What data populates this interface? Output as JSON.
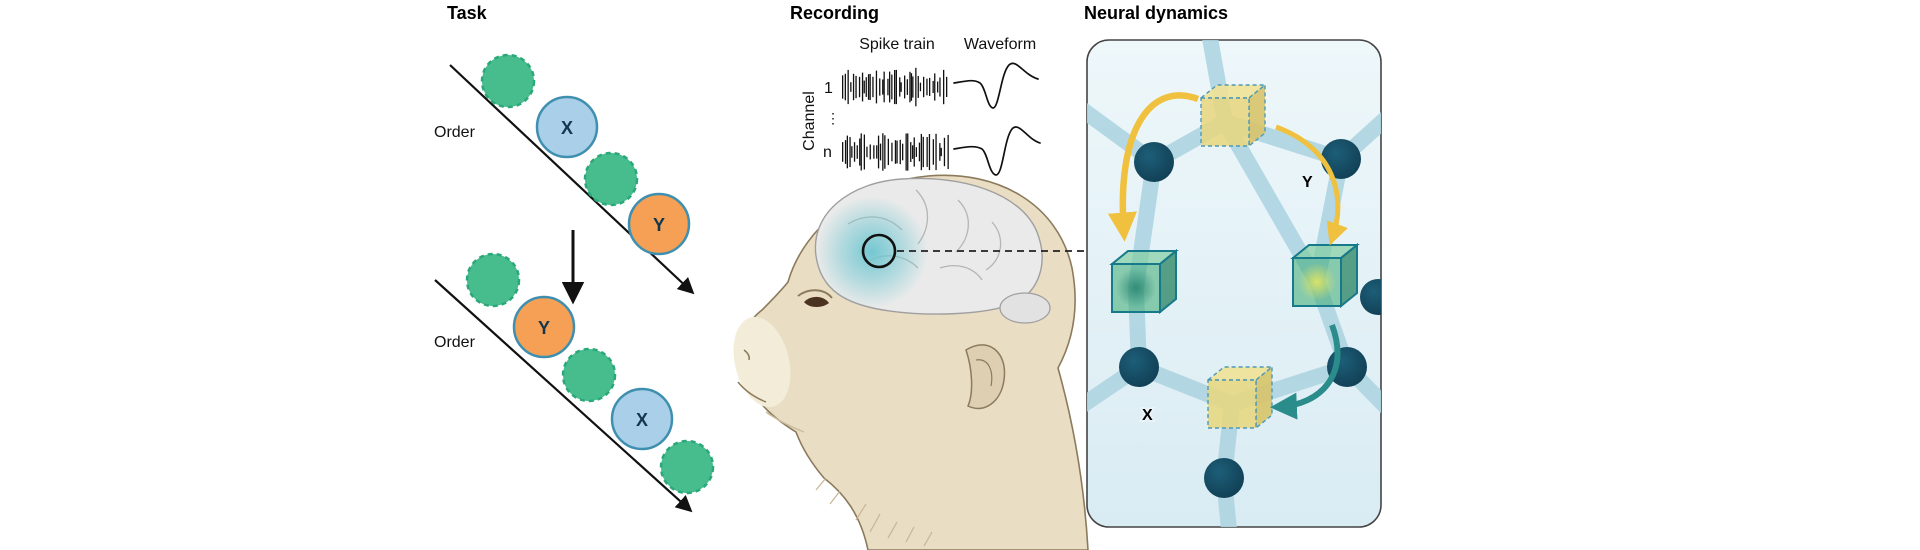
{
  "figure": {
    "task": {
      "title": "Task",
      "order_label": "Order",
      "x": "X",
      "y": "Y"
    },
    "recording": {
      "title": "Recording",
      "spike_train": "Spike train",
      "waveform": "Waveform",
      "channel": "Channel",
      "ch_first": "1",
      "ch_dots": "⋮",
      "ch_last": "n"
    },
    "neural": {
      "title": "Neural dynamics",
      "y": "Y",
      "x": "X"
    },
    "colors": {
      "green": "#47bd8e",
      "green_border": "#2ba87a",
      "blue": "#aacfe8",
      "orange": "#f5a054",
      "teal_border": "#3f8fb0",
      "node_dark": "#123f54",
      "edge_light": "#aed5e2",
      "panel_bg": "#e9f4f8",
      "cube_yellow": "#e9d782",
      "cube_green": "#3aa56e",
      "arrow_yellow": "#f0c13e",
      "arrow_teal": "#2b8c8c",
      "brain_highlight": "#6ec6d0"
    }
  }
}
